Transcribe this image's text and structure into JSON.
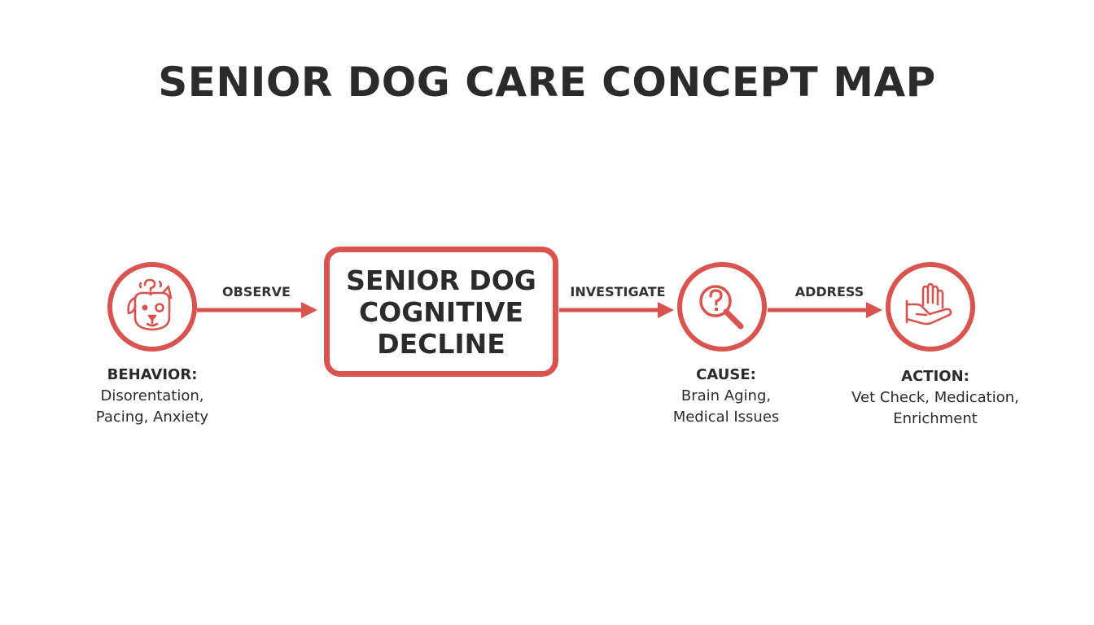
{
  "title": "SENIOR DOG CARE CONCEPT MAP",
  "colors": {
    "accent": "#d9534f",
    "text": "#2b2b2b"
  },
  "center": {
    "lines": [
      "SENIOR DOG",
      "COGNITIVE",
      "DECLINE"
    ]
  },
  "edges": [
    {
      "label": "OBSERVE"
    },
    {
      "label": "INVESTIGATE"
    },
    {
      "label": "ADDRESS"
    }
  ],
  "nodes": [
    {
      "icon": "confused-dog-icon",
      "heading": "BEHAVIOR:",
      "lines": [
        "Disorentation,",
        "Pacing, Anxiety"
      ]
    },
    {
      "icon": "magnifier-question-icon",
      "heading": "CAUSE:",
      "lines": [
        "Brain Aging,",
        "Medical Issues"
      ]
    },
    {
      "icon": "hand-care-icon",
      "heading": "ACTION:",
      "lines": [
        "Vet Check, Medication,",
        "Enrichment"
      ]
    }
  ]
}
